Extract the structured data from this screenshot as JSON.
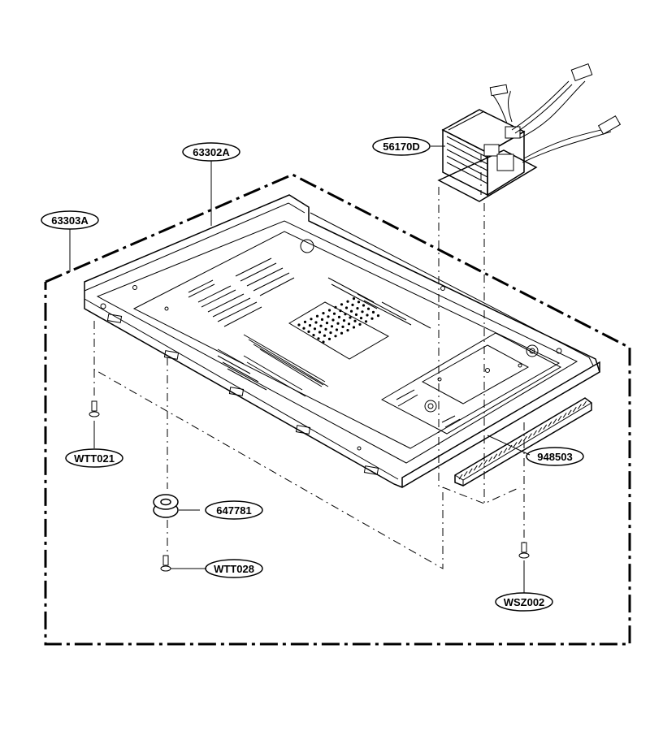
{
  "callouts": [
    {
      "id": "c1",
      "label": "63302A"
    },
    {
      "id": "c2",
      "label": "63303A"
    },
    {
      "id": "c3",
      "label": "56170D"
    },
    {
      "id": "c4",
      "label": "WTT021"
    },
    {
      "id": "c5",
      "label": "647781"
    },
    {
      "id": "c6",
      "label": "WTT028"
    },
    {
      "id": "c7",
      "label": "948503"
    },
    {
      "id": "c8",
      "label": "WSZ002"
    }
  ]
}
